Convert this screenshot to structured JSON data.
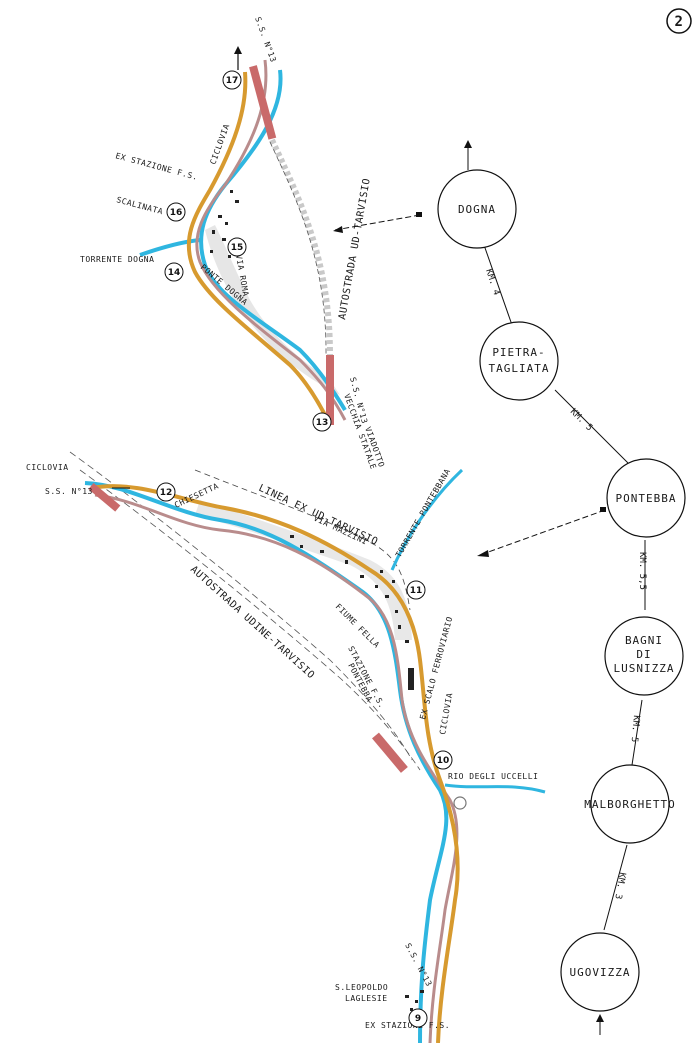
{
  "page_number": "2",
  "colors": {
    "cycle_path": "#d79a2f",
    "road": "#b98c8c",
    "river": "#2fb6e0",
    "motorway": "#cfcfcf",
    "rail": "#444444"
  },
  "stations": [
    {
      "label": "DOGNA"
    },
    {
      "label_line1": "PIETRA-",
      "label_line2": "TAGLIATA"
    },
    {
      "label": "PONTEBBA"
    },
    {
      "label_line1": "BAGNI",
      "label_line2": "DI",
      "label_line3": "LUSNIZZA"
    },
    {
      "label": "MALBORGHETTO"
    },
    {
      "label": "UGOVIZZA"
    }
  ],
  "distances": [
    "KM. 4",
    "KM. 5",
    "KM. 5,5",
    "KM. 5",
    "KM. 3"
  ],
  "upper_map": {
    "labels": {
      "ss13": "S.S. N°13",
      "ciclovia": "CICLOVIA",
      "ex_stazione": "EX STAZIONE F.S.",
      "scalinata": "SCALINATA",
      "torrente_dogna": "TORRENTE DOGNA",
      "motorway": "AUTOSTRADA UD-TARVISIO",
      "via_roma": "VIA ROMA",
      "ponte_dogna": "PONTE DOGNA",
      "ss13_lower": "S.S. N°13",
      "vecchia_statale": "VECCHIA STATALE",
      "viadotto": "VIADOTTO"
    },
    "numbers": [
      "17",
      "16",
      "15",
      "14",
      "13"
    ]
  },
  "lower_map": {
    "labels": {
      "ciclovia": "CICLOVIA",
      "ss13": "S.S. N°13",
      "chiesetta": "CHIESETTA",
      "linea": "LINEA EX UD-TARVISIO",
      "via_mazzini": "VIA MAZZINI",
      "torrente_pontebbana": "TORRENTE PONTEBBANA",
      "fiume_fella": "FIUME FELLA",
      "motorway": "AUTOSTRADA UDINE-TARVISIO",
      "stazione_fs": "STAZIONE F.S.",
      "pontebba": "PONTEBBA",
      "ex_scalo": "EX SCALO FERROVIARIO",
      "ciclovia2": "CICLOVIA",
      "rio": "RIO DEGLI UCCELLI",
      "ss13b": "S.S. N°13",
      "s_leopoldo": "S.LEOPOLDO",
      "laglesie": "LAGLESIE",
      "ex_stazione": "EX STAZIONE F.S."
    },
    "numbers": [
      "12",
      "11",
      "10",
      "9"
    ]
  }
}
